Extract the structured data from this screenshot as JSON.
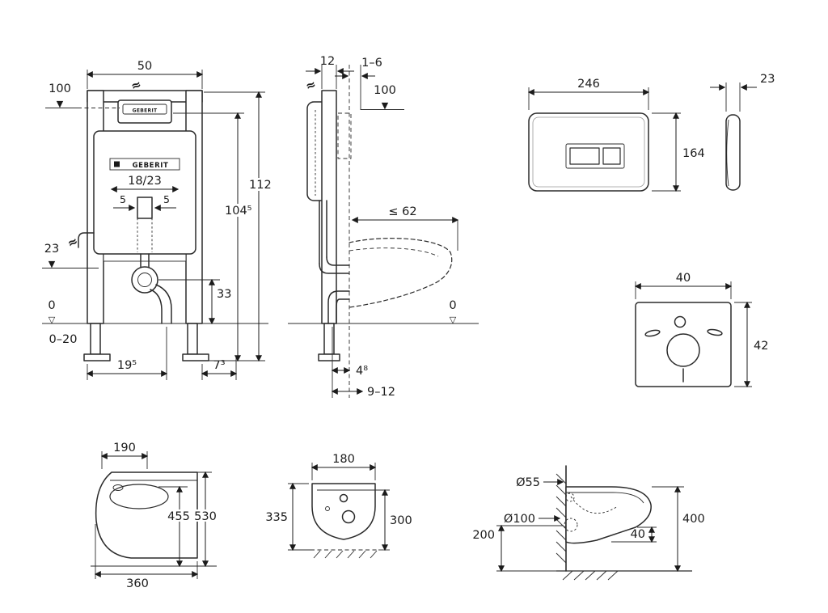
{
  "icons": {
    "level_filled": "▼",
    "level_open": "▽",
    "flex": "≈"
  },
  "front_view": {
    "brand": "GEBERIT",
    "dims": {
      "width": "50",
      "supply": "100",
      "height": "112",
      "height_alt": "104⁵",
      "flush": "18/23",
      "offset_l": "5",
      "offset_r": "5",
      "outlet_level": "23",
      "outlet_h": "33",
      "floor": "0",
      "adjust": "0–20",
      "foot_l": "19⁵",
      "foot_r": "7³"
    }
  },
  "side_view": {
    "dims": {
      "depth": "12",
      "wall_gap": "1–6",
      "supply": "100",
      "bowl_len": "≤ 62",
      "floor": "0",
      "drain_off": "4⁸",
      "drain_range": "9–12"
    }
  },
  "flush_plate": {
    "dims": {
      "width": "246",
      "height": "164",
      "depth": "23"
    }
  },
  "sound_mat": {
    "dims": {
      "width": "40",
      "height": "42"
    }
  },
  "wc_side": {
    "dims": {
      "lid": "190",
      "seat_h": "455",
      "total_h": "530",
      "depth": "360"
    }
  },
  "wc_back": {
    "dims": {
      "width": "180",
      "h_left": "335",
      "h_right": "300"
    }
  },
  "wc_wall": {
    "dims": {
      "inlet": "Ø55",
      "outlet": "Ø100",
      "outlet_h": "200",
      "gap": "40",
      "rim_h": "400"
    }
  }
}
